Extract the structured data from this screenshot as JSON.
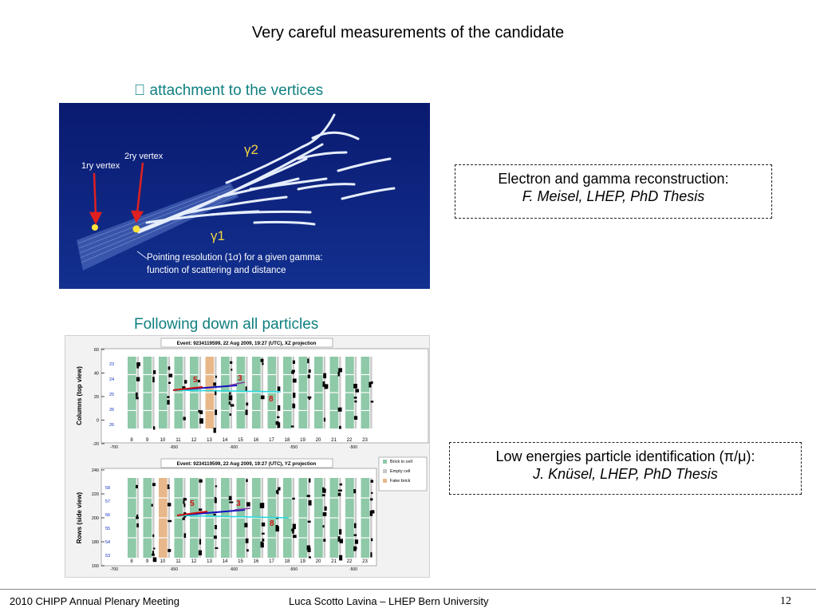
{
  "slide": {
    "title": "Very careful measurements of the candidate",
    "section1": " attachment to the vertices",
    "section2": "Following down all particles",
    "page_number": "12"
  },
  "vertex_figure": {
    "label_1ry": "1ry vertex",
    "label_2ry": "2ry vertex",
    "gamma2": "γ2",
    "gamma1": "γ1",
    "pointing_line1": "Pointing resolution (1σ) for a given gamma:",
    "pointing_line2": "function of scattering and distance"
  },
  "box1": {
    "line1": "Electron and gamma reconstruction:",
    "line2": "F. Meisel, LHEP, PhD Thesis"
  },
  "box2": {
    "line1": "Low energies particle identification (π/μ):",
    "line2": "J. Knüsel, LHEP, PhD Thesis"
  },
  "event_display": {
    "top_title": "Event: 9234119599, 22 Aug 2009, 19:27 (UTC), XZ projection",
    "bottom_title": "Event: 9234119599, 22 Aug 2009, 19:27 (UTC), YZ projection",
    "top_ylabel": "Columns (top view)",
    "bottom_ylabel": "Rows (side view)",
    "top_yticks": [
      "60",
      "40",
      "20",
      "0",
      "-20"
    ],
    "bottom_yticks": [
      "240",
      "220",
      "200",
      "180",
      "160"
    ],
    "xticks": [
      "-700",
      "-650",
      "-600",
      "-550",
      "-500"
    ],
    "wall_numbers": [
      "8",
      "9",
      "10",
      "11",
      "12",
      "13",
      "14",
      "15",
      "16",
      "17",
      "18",
      "19",
      "20",
      "21",
      "22",
      "23"
    ],
    "top_row_labels": [
      "23",
      "24",
      "25",
      "26",
      "26"
    ],
    "bottom_row_labels": [
      "58",
      "57",
      "56",
      "55",
      "54",
      "53"
    ],
    "track_labels": [
      "5",
      "3",
      "8"
    ],
    "legend": [
      "Brick in cell",
      "Empty cell",
      "Fake brick"
    ],
    "colors": {
      "brick": "#8ec9a8",
      "fake": "#e8b88a",
      "empty": "#c8c8c8"
    }
  },
  "footer": {
    "left": "2010 CHIPP Annual Plenary Meeting",
    "center": "Luca Scotto Lavina – LHEP Bern University"
  }
}
